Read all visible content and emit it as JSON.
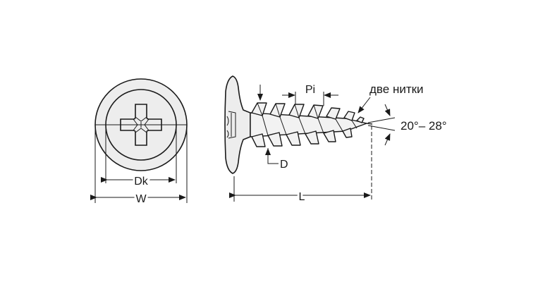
{
  "diagram": {
    "labels": {
      "dk": "Dk",
      "w": "W",
      "pi": "Pi",
      "d": "D",
      "l": "L",
      "note": "две нитки",
      "angle": "20°– 28°"
    },
    "colors": {
      "line": "#1a1a1a",
      "fill_head": "#ededed",
      "fill_thread": "#f2f2f2",
      "background": "#ffffff"
    }
  }
}
